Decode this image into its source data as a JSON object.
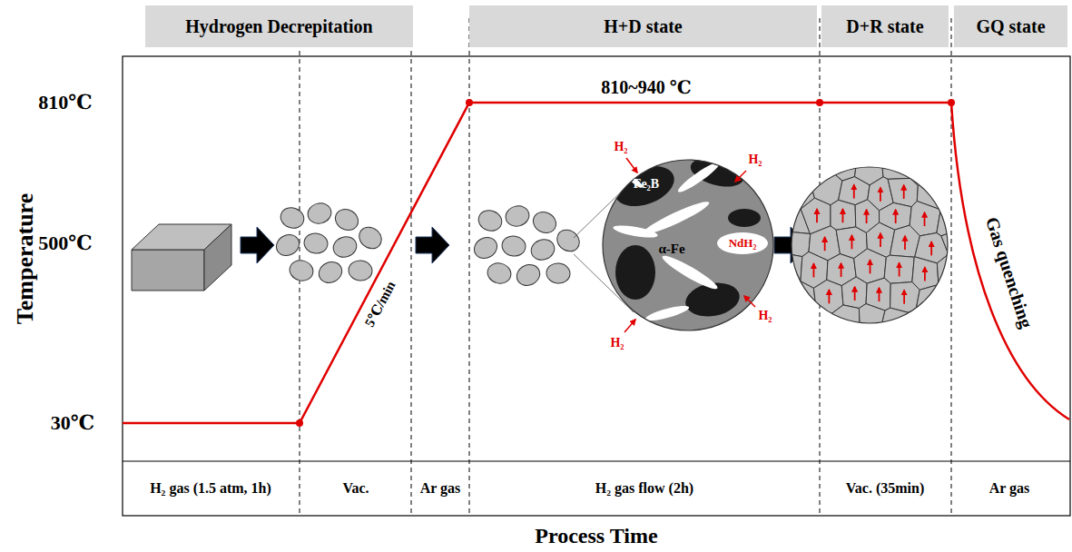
{
  "diagram": {
    "nodes": [
      {
        "text": [
          "Hydrogen Decrepitation"
        ]
      },
      {
        "text": [
          "H+D state"
        ]
      },
      {
        "text": [
          "D+R state"
        ]
      },
      {
        "text": [
          "GQ state"
        ]
      }
    ],
    "labels": [
      "810~940 ℃",
      "810℃",
      "500℃",
      "30℃",
      "Temperature",
      "5℃/min",
      "H₂",
      "H₂",
      "H₂",
      "H₂",
      "Fe₂B",
      "NdH₂",
      "α-Fe",
      "Gas quenching",
      "H₂ gas (1.5 atm, 1h)",
      "Vac.",
      "Ar gas",
      "H₂ gas flow (2h)",
      "Vac. (35min)",
      "Ar gas",
      "Process Time"
    ]
  }
}
